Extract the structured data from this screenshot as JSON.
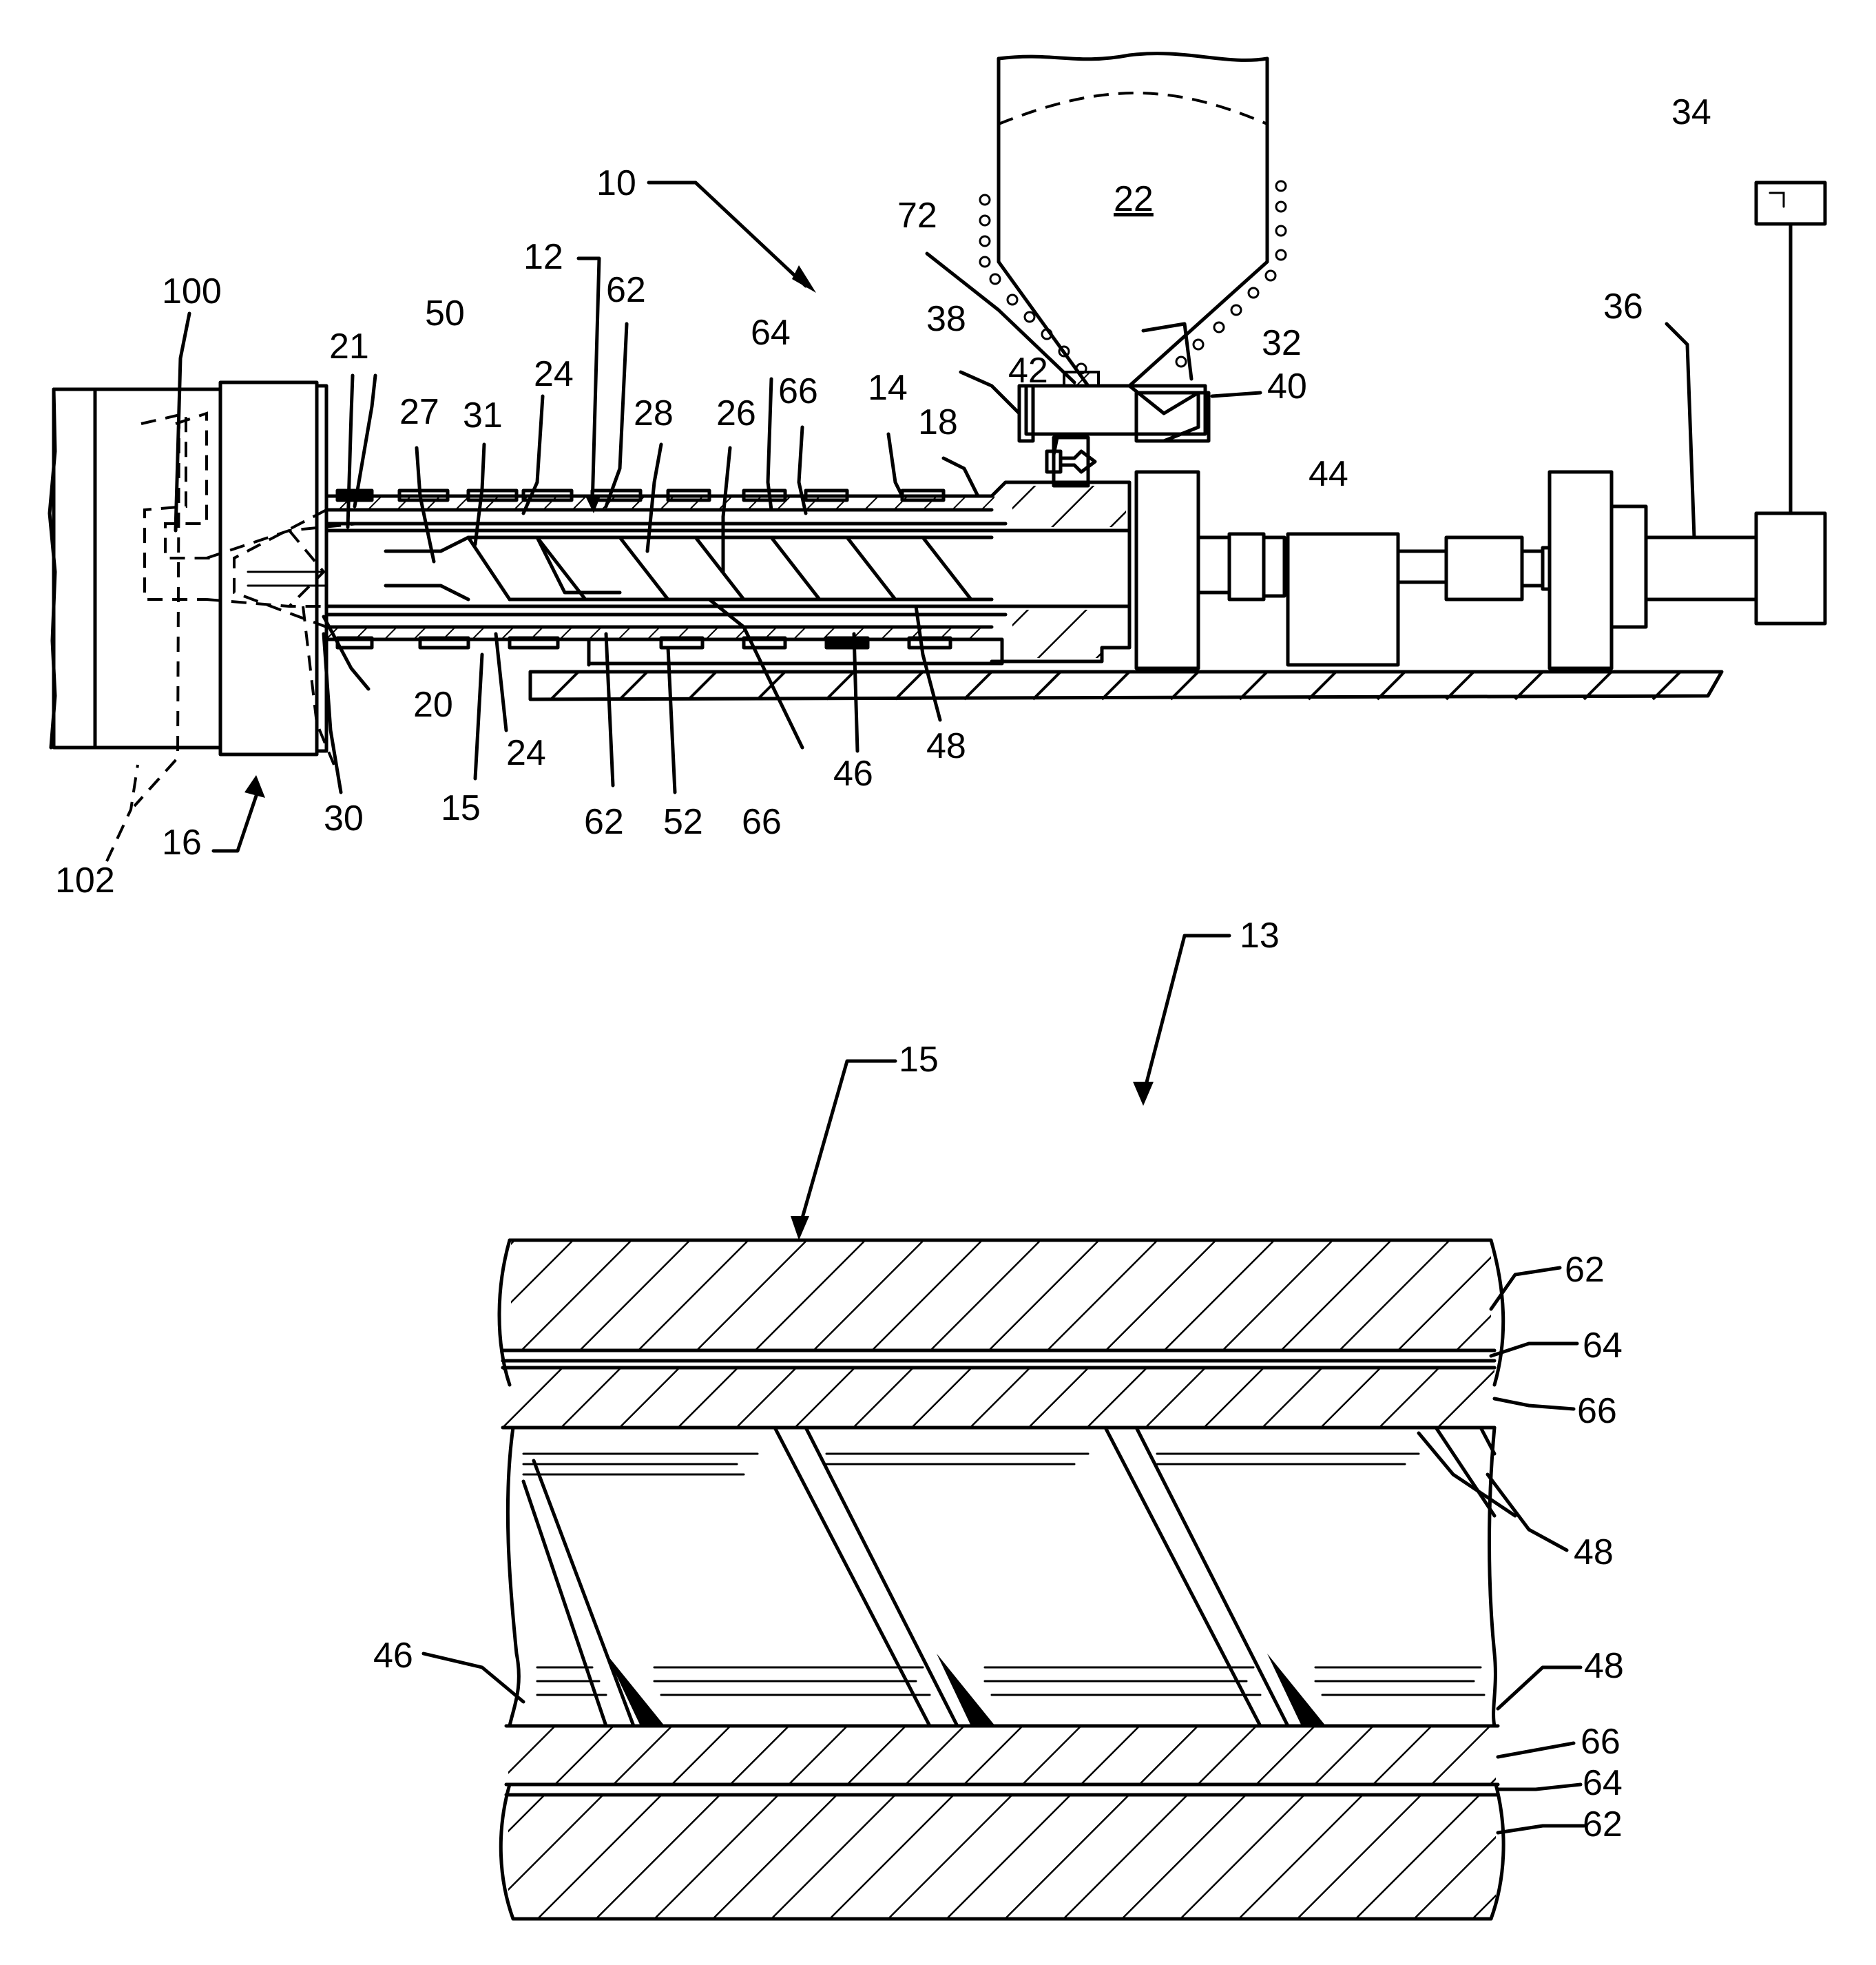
{
  "figure_top": {
    "labels": {
      "n10": "10",
      "n12": "12",
      "n14": "14",
      "n15": "15",
      "n16": "16",
      "n18": "18",
      "n20": "20",
      "n21": "21",
      "n22": "22",
      "n24a": "24",
      "n24b": "24",
      "n26": "26",
      "n27": "27",
      "n28": "28",
      "n30": "30",
      "n31": "31",
      "n32": "32",
      "n34": "34",
      "n36": "36",
      "n38": "38",
      "n40": "40",
      "n42": "42",
      "n44": "44",
      "n46": "46",
      "n48": "48",
      "n50": "50",
      "n52": "52",
      "n62a": "62",
      "n62b": "62",
      "n64": "64",
      "n66a": "66",
      "n66b": "66",
      "n72": "72",
      "n100": "100",
      "n102": "102"
    }
  },
  "figure_bottom": {
    "labels": {
      "n13": "13",
      "n15": "15",
      "n46": "46",
      "n48a": "48",
      "n48b": "48",
      "n62a": "62",
      "n62b": "62",
      "n64a": "64",
      "n64b": "64",
      "n66a": "66",
      "n66b": "66"
    }
  }
}
